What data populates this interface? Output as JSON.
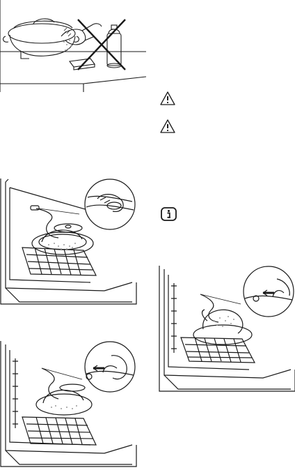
{
  "illustrations": {
    "cleaning": {
      "icon": "do-not-use-abrasive-cleaner-illustration"
    },
    "oven_probe_insert": {
      "icon": "oven-probe-insert-illustration"
    },
    "oven_probe_remove_lower": {
      "icon": "oven-probe-remove-illustration"
    },
    "oven_probe_remove_upper": {
      "icon": "oven-probe-remove-illustration"
    }
  },
  "icons": {
    "warning_1": "warning-triangle-icon",
    "warning_2": "warning-triangle-icon",
    "info_1": "info-icon"
  },
  "colors": {
    "line": "#1a1a1a",
    "background": "#ffffff",
    "stipple": "#9a9a9a"
  }
}
